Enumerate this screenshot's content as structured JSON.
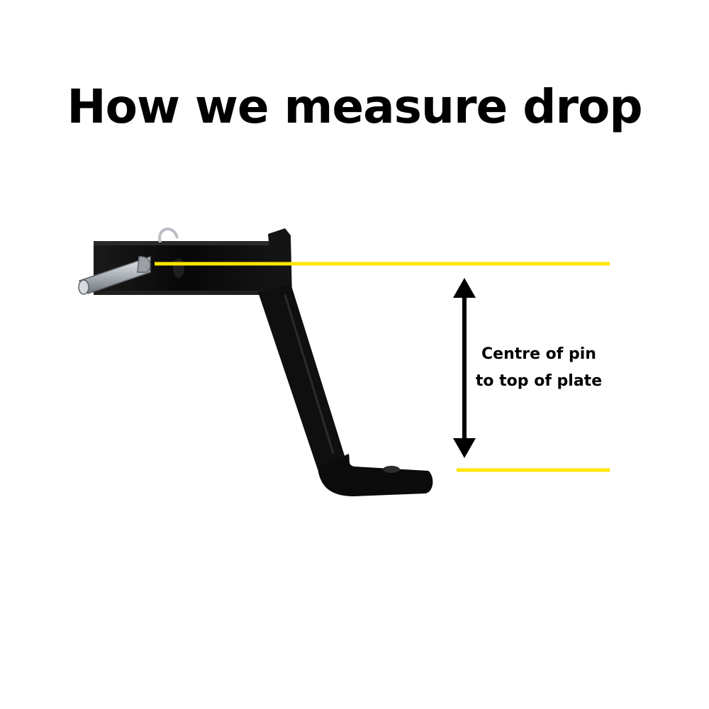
{
  "title": "How we measure drop",
  "annotation": {
    "line1": "Centre of pin",
    "line2": "to top of plate"
  },
  "colors": {
    "measure_line": "#FFE600",
    "arrow": "#000000",
    "bracket": "#0d0d0d",
    "pin": "#c7ccd1"
  },
  "icons": {
    "product": "tow-ball-mount-icon",
    "pin": "hitch-pin-icon",
    "arrow": "double-headed-arrow-icon"
  }
}
